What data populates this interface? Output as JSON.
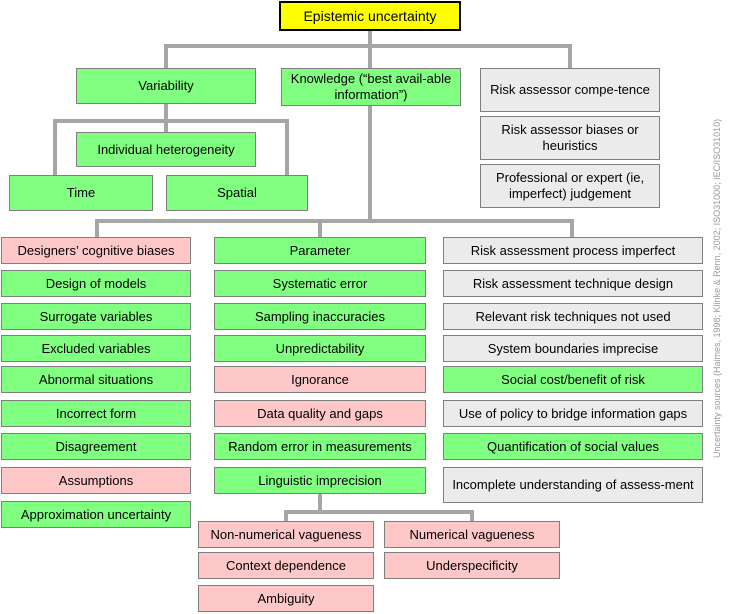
{
  "diagram": {
    "title": "Epistemic uncertainty",
    "branches": {
      "variability": {
        "label": "Variability",
        "children": {
          "individual_heterogeneity": "Individual heterogeneity",
          "time": "Time",
          "spatial": "Spatial"
        }
      },
      "knowledge": "Knowledge (“best avail-able information”)",
      "risk_assessor": [
        "Risk assessor compe-tence",
        "Risk assessor biases or heuristics",
        "Professional or expert (ie, imperfect) judgement"
      ]
    },
    "columns": {
      "left": [
        "Designers’ cognitive biases",
        "Design of models",
        "Surrogate variables",
        "Excluded variables",
        "Abnormal situations",
        "Incorrect form",
        "Disagreement",
        "Assumptions",
        "Approximation uncertainty"
      ],
      "middle": [
        "Parameter",
        "Systematic error",
        "Sampling inaccuracies",
        "Unpredictability",
        "Ignorance",
        "Data quality and gaps",
        "Random error in measurements",
        "Linguistic imprecision"
      ],
      "right": [
        "Risk assessment process imperfect",
        "Risk assessment technique design",
        "Relevant risk techniques not used",
        "System boundaries imprecise",
        "Social cost/benefit of risk",
        "Use of policy to bridge information gaps",
        "Quantification of social values",
        "Incomplete understanding of assess-ment"
      ]
    },
    "linguistic_children": [
      "Non-numerical vagueness",
      "Numerical vagueness",
      "Context dependence",
      "Underspecificity",
      "Ambiguity"
    ],
    "source_note": "Uncertainty sources (Haimes, 1998; Klinke & Renn, 2002; ISO31000; IEC/ISO31010)"
  },
  "colors": {
    "green": "#80ff80",
    "pink": "#ffc8c8",
    "grey": "#ebebeb",
    "yellow": "#ffff00",
    "connector": "#a6a6a6"
  }
}
